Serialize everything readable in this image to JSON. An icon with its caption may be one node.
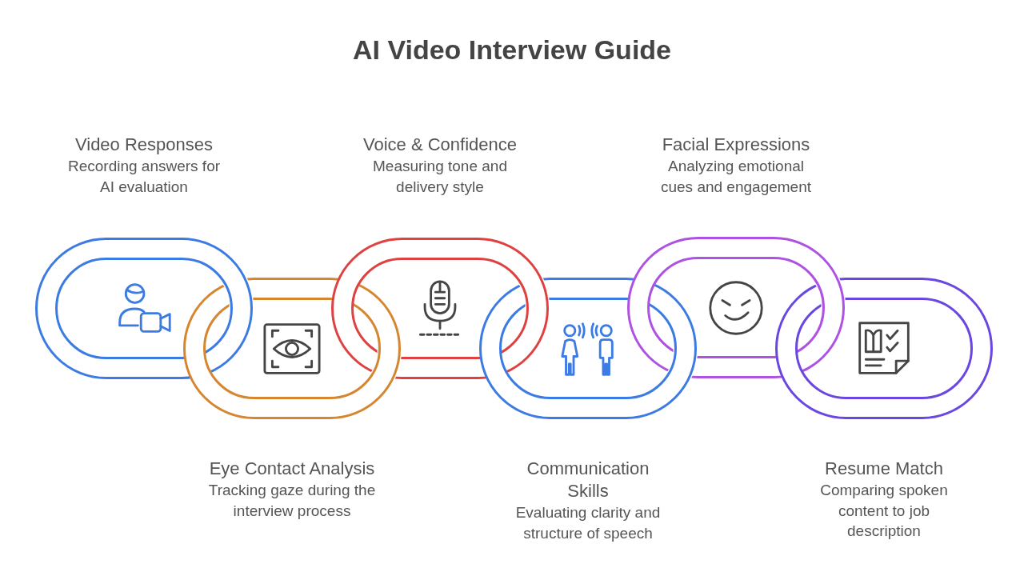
{
  "diagram": {
    "title": "AI Video Interview Guide",
    "nodes": [
      {
        "text": [
          "Video Responses",
          "Recording answers for AI evaluation"
        ]
      },
      {
        "text": [
          "Eye Contact Analysis",
          "Tracking gaze during the interview process"
        ]
      },
      {
        "text": [
          "Voice & Confidence",
          "Measuring tone and delivery style"
        ]
      },
      {
        "text": [
          "Communication Skills",
          "Evaluating clarity and structure of speech"
        ]
      },
      {
        "text": [
          "Facial Expressions",
          "Analyzing emotional cues and engagement"
        ]
      },
      {
        "text": [
          "Resume Match",
          "Comparing spoken content to job description"
        ]
      }
    ]
  }
}
